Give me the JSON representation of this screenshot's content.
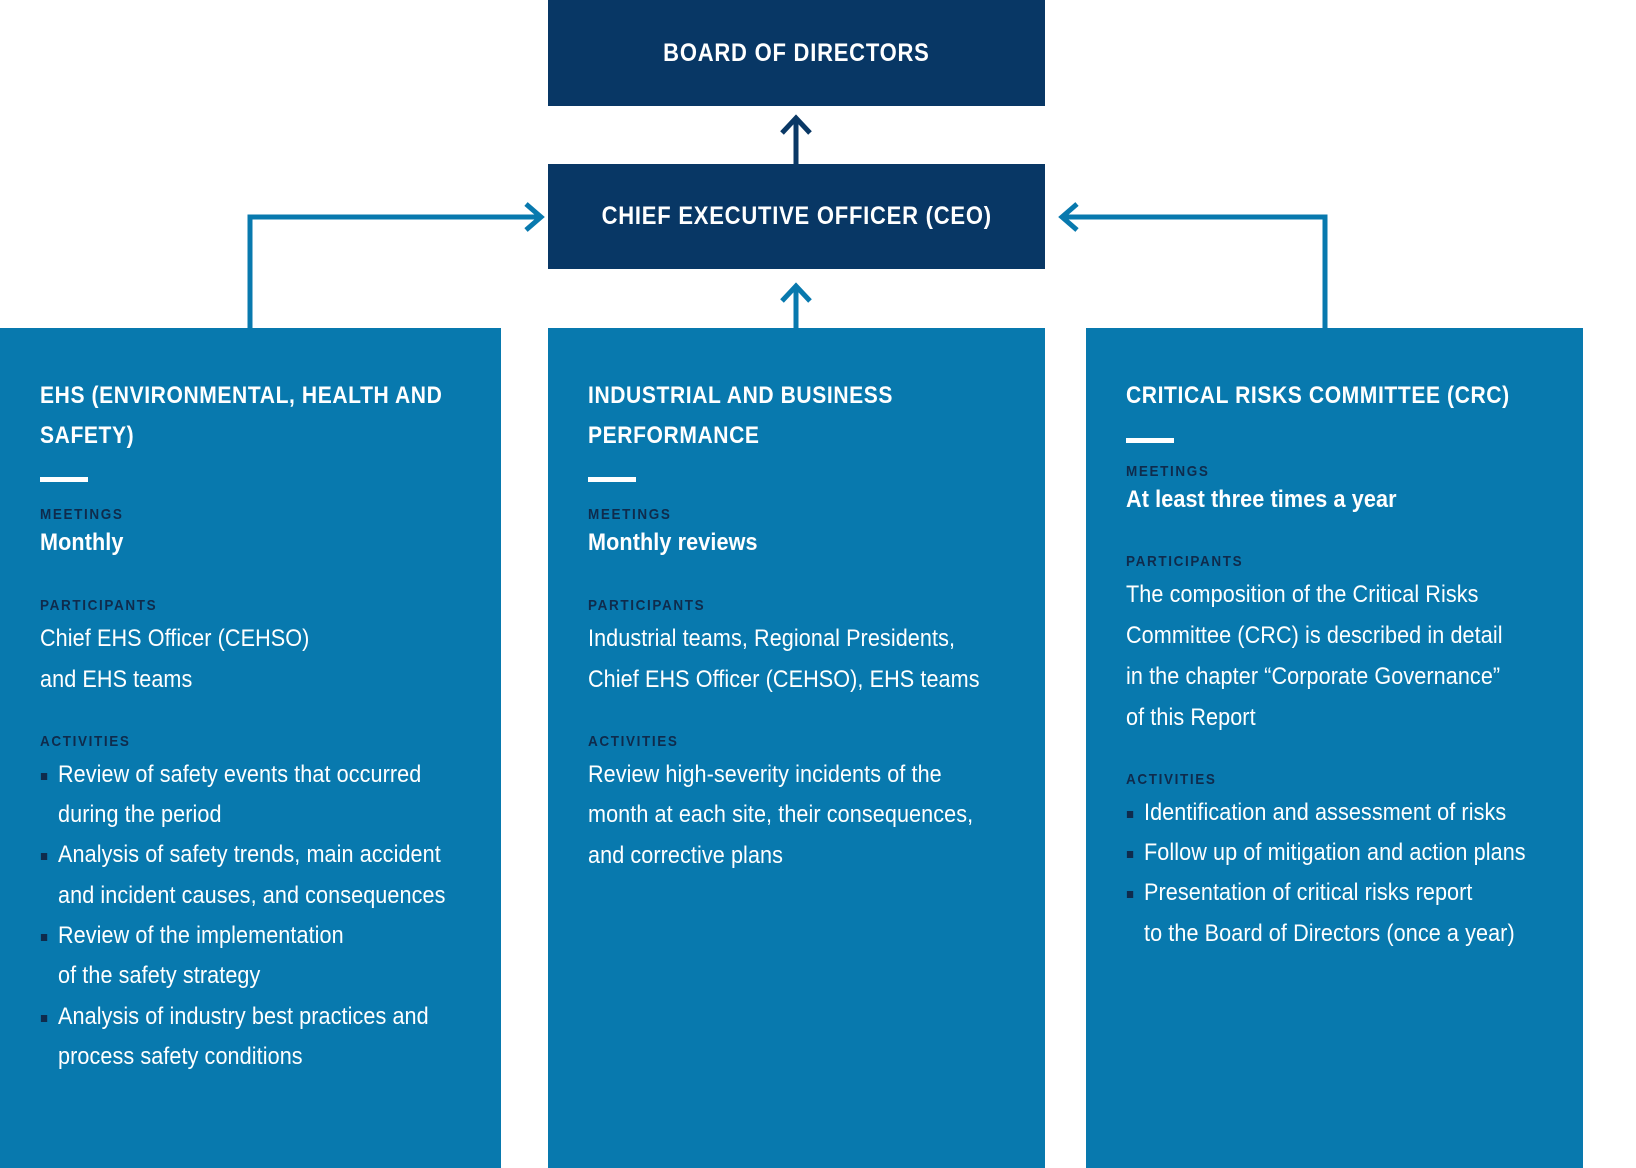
{
  "colors": {
    "navy": "#083765",
    "panel_blue": "#0879AE",
    "arrow_blue": "#0879AE",
    "arrow_navy": "#0A3865",
    "label_navy": "#0F2B4C",
    "white": "#ffffff"
  },
  "hierarchy": {
    "board": {
      "title": "BOARD OF DIRECTORS"
    },
    "ceo": {
      "title": "CHIEF EXECUTIVE OFFICER (CEO)"
    }
  },
  "connectors": {
    "ceo_to_board": "arrow-up-icon",
    "ehs_to_ceo": "arrow-right-icon",
    "ibp_to_ceo": "arrow-up-icon",
    "crc_to_ceo": "arrow-left-icon"
  },
  "labels": {
    "meetings": "MEETINGS",
    "participants": "PARTICIPANTS",
    "activities": "ACTIVITIES"
  },
  "panels": [
    {
      "id": "ehs",
      "title": "EHS (ENVIRONMENTAL, HEALTH AND SAFETY)",
      "meetings": "Monthly",
      "participants": [
        "Chief EHS Officer (CEHSO)",
        "and EHS teams"
      ],
      "activities_bulleted": true,
      "activities": [
        [
          "Review of safety events that occurred",
          "during the period"
        ],
        [
          "Analysis of safety trends, main accident",
          "and incident causes, and consequences"
        ],
        [
          "Review of the implementation",
          "of the safety strategy"
        ],
        [
          "Analysis of industry best practices and",
          "process safety conditions"
        ]
      ]
    },
    {
      "id": "ibp",
      "title": "INDUSTRIAL AND BUSINESS PERFORMANCE",
      "meetings": "Monthly reviews",
      "participants": [
        "Industrial teams, Regional Presidents,",
        "Chief EHS Officer (CEHSO), EHS teams"
      ],
      "activities_bulleted": false,
      "activities": [
        [
          "Review high-severity incidents of the",
          "month at each site, their consequences,",
          "and corrective plans"
        ]
      ]
    },
    {
      "id": "crc",
      "title": "CRITICAL RISKS COMMITTEE (CRC)",
      "meetings": "At least three times a year",
      "participants": [
        "The composition of the Critical Risks",
        "Committee (CRC) is described in detail",
        "in the chapter “Corporate Governance”",
        "of this Report"
      ],
      "activities_bulleted": true,
      "activities": [
        [
          "Identification and assessment of risks"
        ],
        [
          "Follow up of mitigation and action plans"
        ],
        [
          "Presentation of critical risks report",
          "to the Board of Directors (once a year)"
        ]
      ]
    }
  ]
}
